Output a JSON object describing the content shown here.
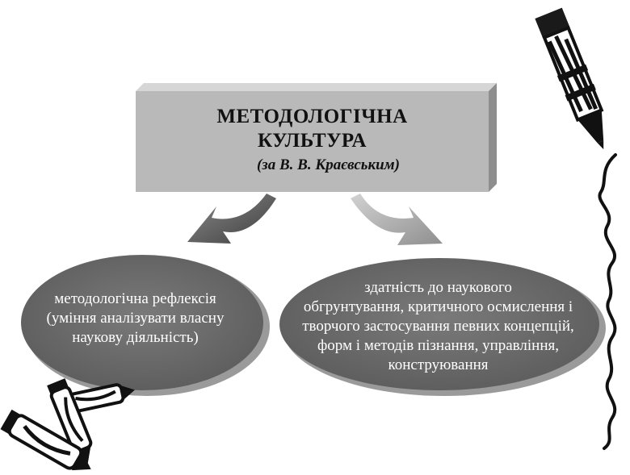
{
  "title": {
    "line1": "МЕТОДОЛОГІЧНА",
    "line2": "КУЛЬТУРА",
    "subtitle": "(за В. В. Краєвським)"
  },
  "left_node": {
    "lines": [
      "методологічна рефлексія",
      "(уміння аналізувати власну",
      "наукову діяльність)"
    ]
  },
  "right_node": {
    "lines": [
      "здатність до наукового",
      "обгрунтування, критичного осмислення і",
      "творчого застосування певних концепцій,",
      "форм і методів пізнання, управління,",
      "конструювання"
    ]
  },
  "colors": {
    "box_face": "#b9b9b9",
    "box_top": "#d6d6d6",
    "box_side": "#8e8e8e",
    "oval_fill": "#6e6e6e",
    "oval_shadow": "#9a9a9a",
    "arrow_left": "#5a5a5a",
    "arrow_right": "#a8a8a8",
    "ink": "#111111"
  },
  "icons": [
    "pen-icon",
    "crayons-icon",
    "wavy-line"
  ]
}
